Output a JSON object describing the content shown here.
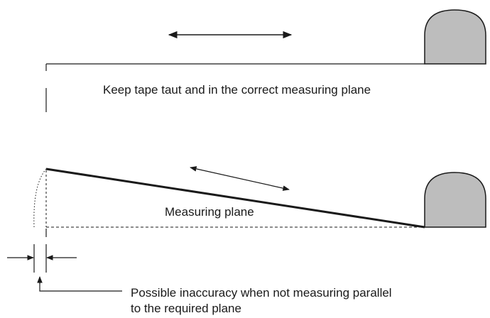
{
  "diagram": {
    "top_caption": "Keep tape taut and in the correct measuring plane",
    "plane_label": "Measuring plane",
    "note_line1": "Possible inaccuracy when not measuring parallel",
    "note_line2": "to the required plane",
    "colors": {
      "stroke": "#1a1a1a",
      "reel_fill": "#bdbdbd",
      "background": "#ffffff"
    }
  }
}
